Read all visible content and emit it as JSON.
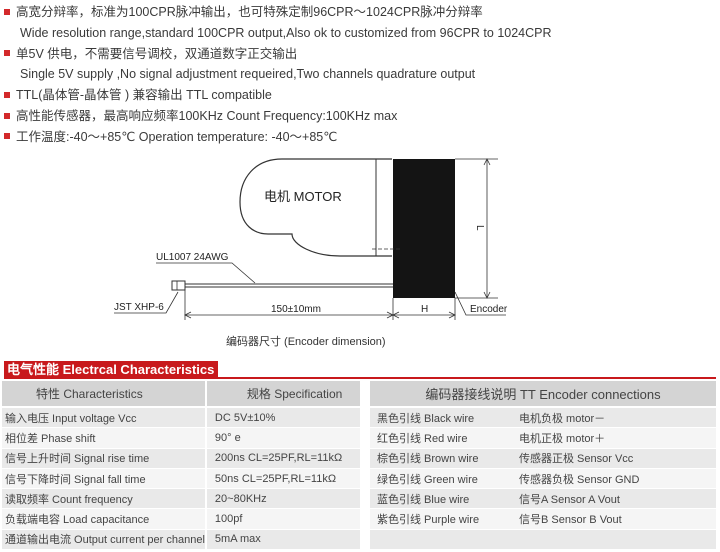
{
  "features": [
    {
      "bullet": true,
      "text": "高宽分辩率，标准为100CPR脉冲输出，也可特殊定制96CPR～1024CPR脉冲分辩率"
    },
    {
      "bullet": false,
      "text": "Wide resolution range,standard 100CPR output,Also ok to customized from 96CPR to 1024CPR"
    },
    {
      "bullet": true,
      "text": "单5V 供电，不需要信号调校，双通道数字正交输出"
    },
    {
      "bullet": false,
      "text": "Single 5V supply ,No signal adjustment requeired,Two channels quadrature output"
    },
    {
      "bullet": true,
      "text": "TTL(晶体管-晶体管 ) 兼容输出 TTL compatible"
    },
    {
      "bullet": true,
      "text": "高性能传感器，最高响应频率100KHz   Count Frequency:100KHz max"
    },
    {
      "bullet": true,
      "text": "工作温度:-40～+85℃   Operation temperature: -40～+85℃"
    }
  ],
  "diagram": {
    "motor_label": "电机 MOTOR",
    "wire_label": "UL1007 24AWG",
    "connector_label": "JST XHP-6",
    "length_label": "150±10mm",
    "height_label": "H",
    "l_label": "L",
    "encoder_label": "Encoder",
    "caption": "编码器尺寸 (Encoder dimension)"
  },
  "section": {
    "heading": "电气性能 Electrcal Characteristics"
  },
  "characteristics": {
    "headers": [
      "特性 Characteristics",
      "规格 Specification"
    ],
    "rows": [
      [
        "输入电压  Input voltage Vcc",
        "DC 5V±10%"
      ],
      [
        "相位差 Phase shift",
        "90°  e"
      ],
      [
        "信号上升时间 Signal rise time",
        "200ns CL=25PF,RL=11kΩ"
      ],
      [
        "信号下降时间 Signal fall time",
        "50ns CL=25PF,RL=11kΩ"
      ],
      [
        "读取频率 Count frequency",
        "20~80KHz"
      ],
      [
        "负载端电容 Load capacitance",
        "100pf"
      ],
      [
        "通道输出电流 Output current per channel",
        "5mA max"
      ]
    ]
  },
  "connections": {
    "header": "编码器接线说明 TT Encoder connections",
    "rows": [
      [
        "黑色引线 Black wire",
        "电机负极  motor－"
      ],
      [
        "红色引线 Red wire",
        "电机正极  motor＋"
      ],
      [
        "棕色引线 Brown wire",
        "传感器正极 Sensor Vcc"
      ],
      [
        "绿色引线 Green wire",
        "传感器负极 Sensor GND"
      ],
      [
        "蓝色引线 Blue wire",
        "信号A Sensor A Vout"
      ],
      [
        "紫色引线 Purple wire",
        "信号B Sensor B Vout"
      ],
      [
        "",
        ""
      ]
    ]
  }
}
